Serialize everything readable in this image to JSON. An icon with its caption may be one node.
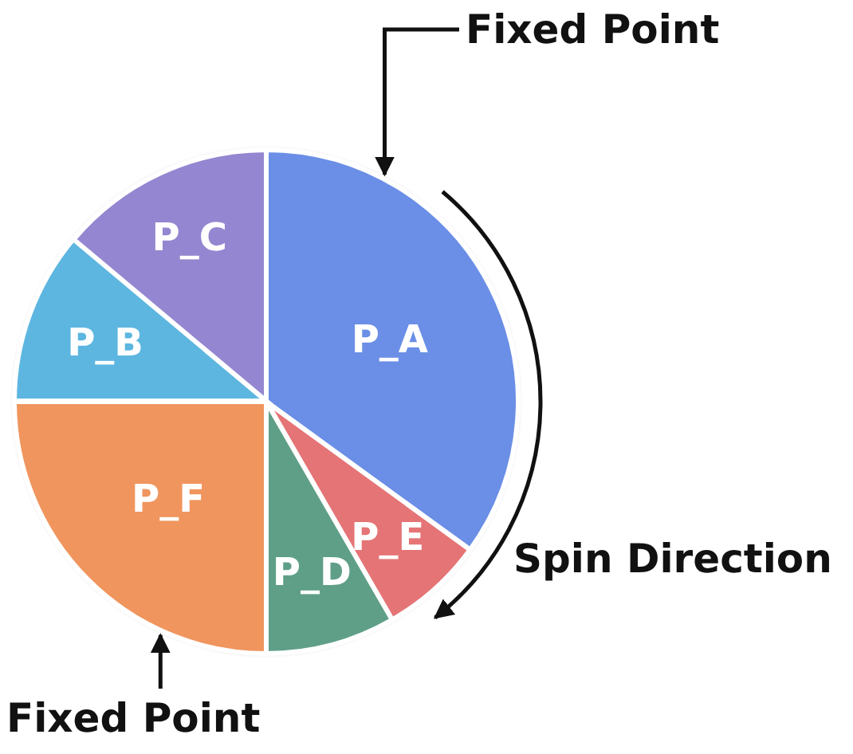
{
  "diagram": {
    "nodes": [
      {
        "text": [],
        "shape": "circle"
      },
      {
        "text": [
          "P_C"
        ],
        "in": 0
      },
      {
        "text": [
          "P_A"
        ],
        "in": 0
      },
      {
        "text": [
          "P_B"
        ],
        "in": 0
      },
      {
        "text": [
          "P_E"
        ],
        "in": 0
      },
      {
        "text": [
          "P_F"
        ],
        "in": 0
      },
      {
        "text": [
          "P_D"
        ],
        "in": 0
      },
      {
        "text": [
          "Fixed Point"
        ]
      },
      {
        "text": [
          "Fixed Point"
        ]
      }
    ],
    "edges": [
      {
        "from": 7,
        "to": 0,
        "arrow": "to"
      },
      {
        "from": 8,
        "to": 0,
        "arrow": "to"
      }
    ],
    "labels": [
      "Spin Direction"
    ]
  }
}
